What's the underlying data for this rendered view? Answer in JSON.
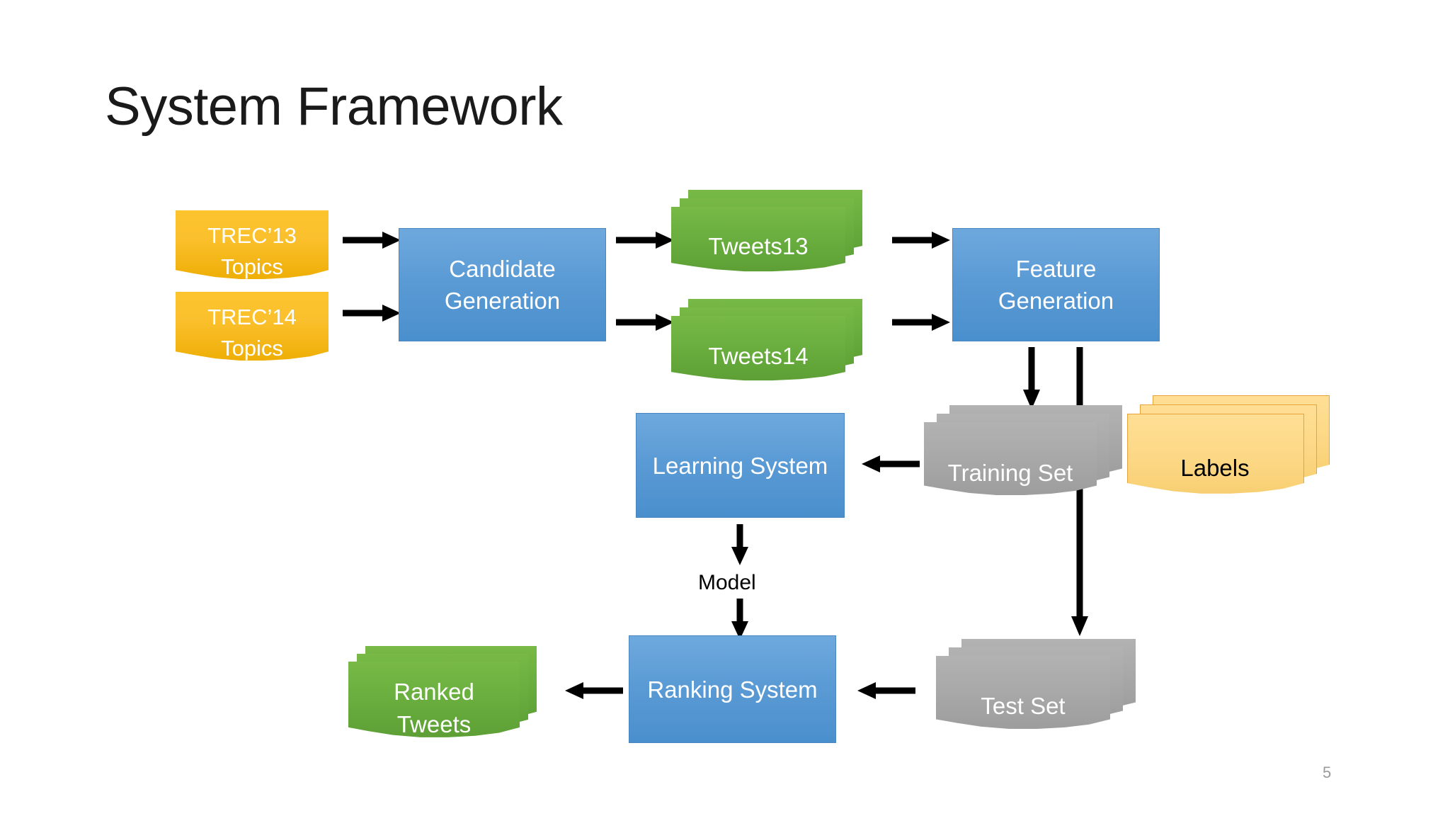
{
  "slide": {
    "title": "System Framework",
    "page_number": "5",
    "background": "#ffffff"
  },
  "palette": {
    "blue": "#5B9BD5",
    "green": "#6AAF3F",
    "gold": "#FBC02D",
    "gray": "#A9A9A9",
    "cream": "#FCD784",
    "cream_border": "#E8A33D",
    "arrow": "#000000",
    "title_text": "#1A1A1A",
    "page_number_text": "#9A9A9A"
  },
  "diagram": {
    "type": "flowchart",
    "nodes": [
      {
        "id": "trec13",
        "label": "TREC’13\nTopics",
        "shape": "document",
        "fill": "#FBC02D",
        "text_color": "#ffffff"
      },
      {
        "id": "trec14",
        "label": "TREC’14\nTopics",
        "shape": "document",
        "fill": "#FBC02D",
        "text_color": "#ffffff"
      },
      {
        "id": "candgen",
        "label": "Candidate\nGeneration",
        "shape": "rectangle",
        "fill": "#5B9BD5",
        "text_color": "#ffffff"
      },
      {
        "id": "tweets13",
        "label": "Tweets13",
        "shape": "multi-document",
        "fill": "#6AAF3F",
        "text_color": "#ffffff"
      },
      {
        "id": "tweets14",
        "label": "Tweets14",
        "shape": "multi-document",
        "fill": "#6AAF3F",
        "text_color": "#ffffff"
      },
      {
        "id": "featgen",
        "label": "Feature\nGeneration",
        "shape": "rectangle",
        "fill": "#5B9BD5",
        "text_color": "#ffffff"
      },
      {
        "id": "trainset",
        "label": "Training Set",
        "shape": "multi-document",
        "fill": "#A9A9A9",
        "text_color": "#ffffff"
      },
      {
        "id": "labels",
        "label": "Labels",
        "shape": "multi-document",
        "fill": "#FCD784",
        "text_color": "#000000"
      },
      {
        "id": "learnsys",
        "label": "Learning System",
        "shape": "rectangle",
        "fill": "#5B9BD5",
        "text_color": "#ffffff"
      },
      {
        "id": "model",
        "label": "Model",
        "shape": "text",
        "fill": "none",
        "text_color": "#000000"
      },
      {
        "id": "ranksys",
        "label": "Ranking System",
        "shape": "rectangle",
        "fill": "#5B9BD5",
        "text_color": "#ffffff"
      },
      {
        "id": "testset",
        "label": "Test Set",
        "shape": "multi-document",
        "fill": "#A9A9A9",
        "text_color": "#ffffff"
      },
      {
        "id": "ranked",
        "label": "Ranked\nTweets",
        "shape": "multi-document",
        "fill": "#6AAF3F",
        "text_color": "#ffffff"
      }
    ],
    "edges": [
      {
        "from": "trec13",
        "to": "candgen",
        "direction": "right"
      },
      {
        "from": "trec14",
        "to": "candgen",
        "direction": "right"
      },
      {
        "from": "candgen",
        "to": "tweets13",
        "direction": "right"
      },
      {
        "from": "candgen",
        "to": "tweets14",
        "direction": "right"
      },
      {
        "from": "tweets13",
        "to": "featgen",
        "direction": "right"
      },
      {
        "from": "tweets14",
        "to": "featgen",
        "direction": "right"
      },
      {
        "from": "featgen",
        "to": "trainset",
        "direction": "down"
      },
      {
        "from": "featgen",
        "to": "testset",
        "direction": "down"
      },
      {
        "from": "trainset",
        "to": "learnsys",
        "direction": "left"
      },
      {
        "from": "learnsys",
        "to": "model",
        "direction": "down"
      },
      {
        "from": "model",
        "to": "ranksys",
        "direction": "down"
      },
      {
        "from": "testset",
        "to": "ranksys",
        "direction": "left"
      },
      {
        "from": "ranksys",
        "to": "ranked",
        "direction": "left"
      }
    ]
  }
}
